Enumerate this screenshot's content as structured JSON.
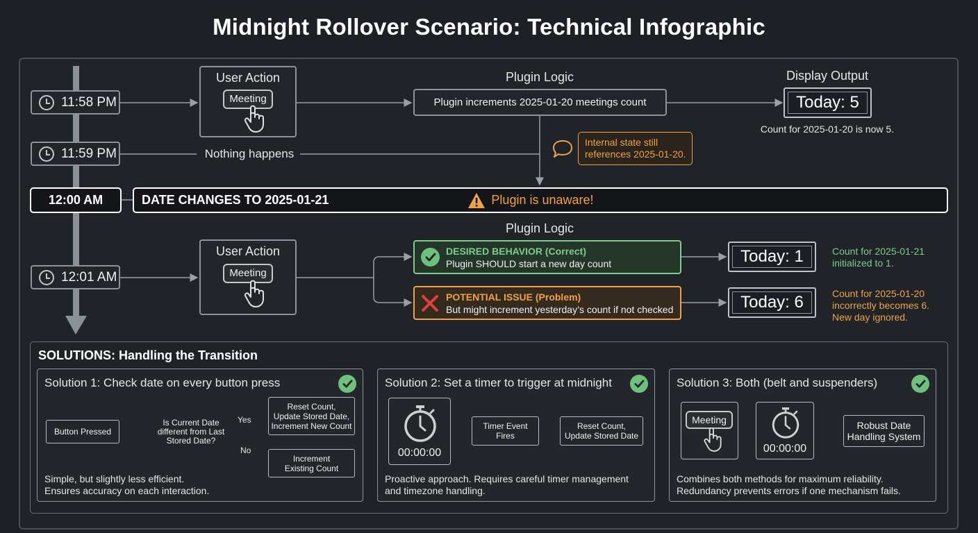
{
  "title": "Midnight Rollover Scenario: Technical Infographic",
  "timeline": {
    "t1": "11:58 PM",
    "t2": "11:59 PM",
    "t3": "12:00 AM",
    "t4": "12:01 AM"
  },
  "row1": {
    "user_action_label": "User Action",
    "meeting_btn": "Meeting",
    "plugin_logic_label": "Plugin Logic",
    "logic_text": "Plugin increments 2025-01-20 meetings count",
    "display_label": "Display Output",
    "display_value": "Today: 5",
    "display_note": "Count for 2025-01-20 is now 5."
  },
  "row2": {
    "nothing": "Nothing happens",
    "internal_note_line1": "Internal state still",
    "internal_note_line2": "references 2025-01-20."
  },
  "midnight": {
    "date_change": "DATE CHANGES TO 2025-01-21",
    "warning": "Plugin is unaware!"
  },
  "row4": {
    "plugin_logic_label": "Plugin Logic",
    "user_action_label": "User Action",
    "meeting_btn": "Meeting",
    "desired_title": "DESIRED BEHAVIOR (Correct)",
    "desired_text": "Plugin SHOULD start a new day count",
    "desired_display": "Today: 1",
    "desired_note_1": "Count for 2025-01-21",
    "desired_note_2": "initialized to 1.",
    "issue_title": "POTENTIAL ISSUE (Problem)",
    "issue_text": "But might increment yesterday’s count if not checked",
    "issue_display": "Today: 6",
    "issue_note_1": "Count for 2025-01-20",
    "issue_note_2": "incorrectly becomes 6.",
    "issue_note_3": "New day ignored."
  },
  "solutions": {
    "header": "SOLUTIONS: Handling the Transition",
    "s1": {
      "title": "Solution 1: Check date on every button press",
      "button_pressed": "Button Pressed",
      "decision_1": "Is Current Date",
      "decision_2": "different from Last",
      "decision_3": "Stored Date?",
      "yes": "Yes",
      "no": "No",
      "yes_box_1": "Reset Count,",
      "yes_box_2": "Update Stored Date,",
      "yes_box_3": "Increment New Count",
      "no_box_1": "Increment",
      "no_box_2": "Existing Count",
      "desc_1": "Simple, but slightly less efficient.",
      "desc_2": "Ensures accuracy on each interaction."
    },
    "s2": {
      "title": "Solution 2: Set a timer to trigger at midnight",
      "timer": "00:00:00",
      "event_1": "Timer Event",
      "event_2": "Fires",
      "reset_1": "Reset Count,",
      "reset_2": "Update Stored Date",
      "desc_1": "Proactive approach. Requires careful timer management",
      "desc_2": "and timezone handling."
    },
    "s3": {
      "title": "Solution 3: Both (belt and suspenders)",
      "meeting_btn": "Meeting",
      "timer": "00:00:00",
      "robust_1": "Robust Date",
      "robust_2": "Handling System",
      "desc_1": "Combines both methods for maximum reliability.",
      "desc_2": "Redundancy prevents errors if one mechanism fails."
    }
  },
  "colors": {
    "green": "#7fcc8c",
    "orange": "#f0a24a",
    "check_green": "#6fbf7f",
    "issue_red": "#e0423a"
  }
}
